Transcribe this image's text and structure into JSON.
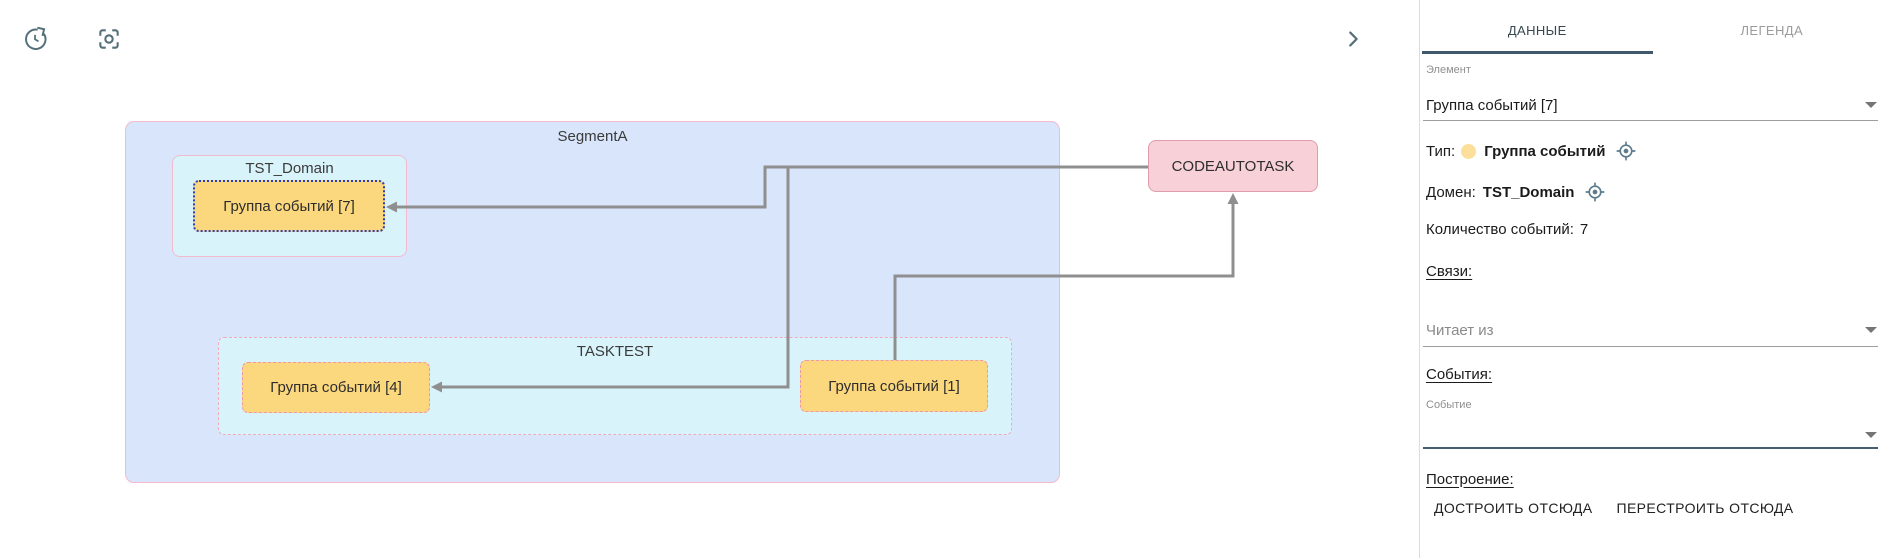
{
  "icons": {
    "top_left": [
      "history-restore-icon",
      "center-focus-icon"
    ],
    "panel_collapse": "chevron-right-icon",
    "locate_on_diagram": "crosshair-target-icon",
    "dropdown": "caret-down-icon"
  },
  "canvas": {
    "nodes": {
      "segment_a": {
        "label": "SegmentA",
        "fill": "#d9e5fb"
      },
      "tst_domain": {
        "label": "TST_Domain",
        "fill": "#d9f3fb"
      },
      "group7": {
        "label": "Группа событий [7]",
        "fill": "#fbd77e",
        "selected": true
      },
      "tasktest": {
        "label": "TASKTEST",
        "fill": "#d9f3fb"
      },
      "group4": {
        "label": "Группа событий [4]",
        "fill": "#fbd77e"
      },
      "group1": {
        "label": "Группа событий [1]",
        "fill": "#fbd77e"
      },
      "codeautotask": {
        "label": "CODEAUTOTASK",
        "fill": "#f8d0d7"
      }
    },
    "edge_color": "#8f8f8f",
    "selection_color": "#2640c9"
  },
  "panel": {
    "tabs": [
      {
        "label": "ДАННЫЕ",
        "active": true
      },
      {
        "label": "ЛЕГЕНДА",
        "active": false
      }
    ],
    "element_field": {
      "label": "Элемент",
      "value": "Группа событий [7]"
    },
    "type_row": {
      "label": "Тип:",
      "value": "Группа событий",
      "swatch_color": "#fbdf9b"
    },
    "domain_row": {
      "label": "Домен:",
      "value": "TST_Domain"
    },
    "count_row": {
      "label": "Количество событий:",
      "value": "7"
    },
    "links_section": {
      "heading": "Связи:",
      "reads_from_placeholder": "Читает из"
    },
    "events_section": {
      "heading": "События:",
      "event_label": "Событие",
      "event_value": ""
    },
    "build_section": {
      "heading": "Построение:",
      "buttons": [
        "ДОСТРОИТЬ ОТСЮДА",
        "ПЕРЕСТРОИТЬ ОТСЮДА"
      ]
    },
    "accent_color": "#41586b"
  }
}
